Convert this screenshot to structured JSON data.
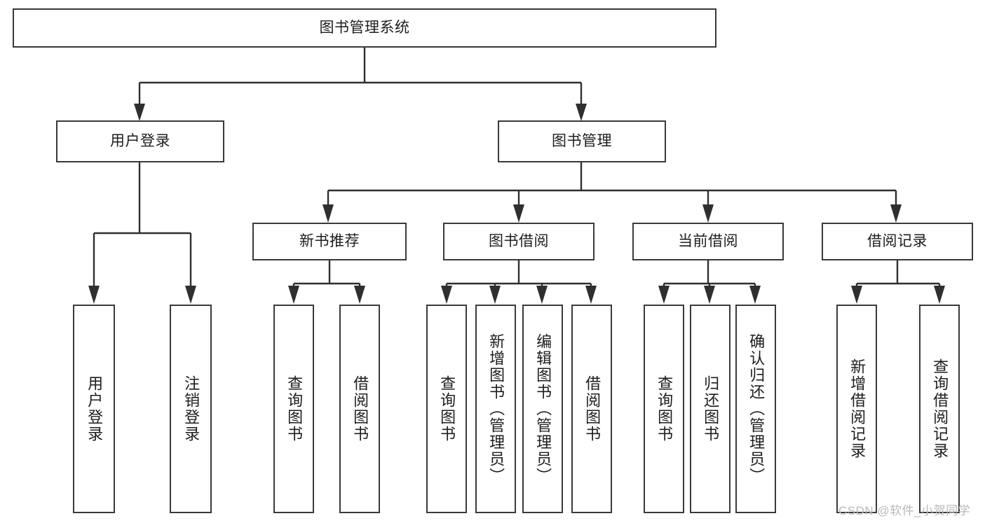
{
  "diagram": {
    "title": "图书管理系统",
    "type": "hierarchy-tree",
    "root": {
      "id": "root",
      "label": "图书管理系统",
      "level": 0
    },
    "level2": [
      {
        "id": "user-login",
        "label": "用户登录",
        "level": 1
      },
      {
        "id": "book-management",
        "label": "图书管理",
        "level": 1
      }
    ],
    "level3": [
      {
        "id": "new-book-recommend",
        "label": "新书推荐",
        "level": 2,
        "parent": "book-management"
      },
      {
        "id": "book-borrow",
        "label": "图书借阅",
        "level": 2,
        "parent": "book-management"
      },
      {
        "id": "current-borrow",
        "label": "当前借阅",
        "level": 2,
        "parent": "book-management"
      },
      {
        "id": "borrow-record",
        "label": "借阅记录",
        "level": 2,
        "parent": "book-management"
      }
    ],
    "leaves": [
      {
        "id": "leaf-user-login",
        "label": "用户登录",
        "parent": "user-login"
      },
      {
        "id": "leaf-logout-login",
        "label": "注销登录",
        "parent": "user-login"
      },
      {
        "id": "leaf-query-book-1",
        "label": "查询图书",
        "parent": "new-book-recommend"
      },
      {
        "id": "leaf-borrow-book-1",
        "label": "借阅图书",
        "parent": "new-book-recommend"
      },
      {
        "id": "leaf-query-book-2",
        "label": "查询图书",
        "parent": "book-borrow"
      },
      {
        "id": "leaf-add-book",
        "label": "新增图书（管理员）",
        "parent": "book-borrow"
      },
      {
        "id": "leaf-edit-book",
        "label": "编辑图书（管理员）",
        "parent": "book-borrow"
      },
      {
        "id": "leaf-borrow-book-2",
        "label": "借阅图书",
        "parent": "book-borrow"
      },
      {
        "id": "leaf-query-book-3",
        "label": "查询图书",
        "parent": "current-borrow"
      },
      {
        "id": "leaf-return-book",
        "label": "归还图书",
        "parent": "current-borrow"
      },
      {
        "id": "leaf-confirm-return",
        "label": "确认归还（管理员）",
        "parent": "current-borrow"
      },
      {
        "id": "leaf-add-record",
        "label": "新增借阅记录",
        "parent": "borrow-record"
      },
      {
        "id": "leaf-query-record",
        "label": "查询借阅记录",
        "parent": "borrow-record"
      }
    ]
  },
  "watermark": {
    "text": "CSDN @软件_小贺同学"
  },
  "colors": {
    "stroke": "#2f2f2f",
    "box_border": "#3a3a3a",
    "text": "#1d1d1d",
    "background": "#ffffff",
    "watermark": "#b9b9b9"
  }
}
